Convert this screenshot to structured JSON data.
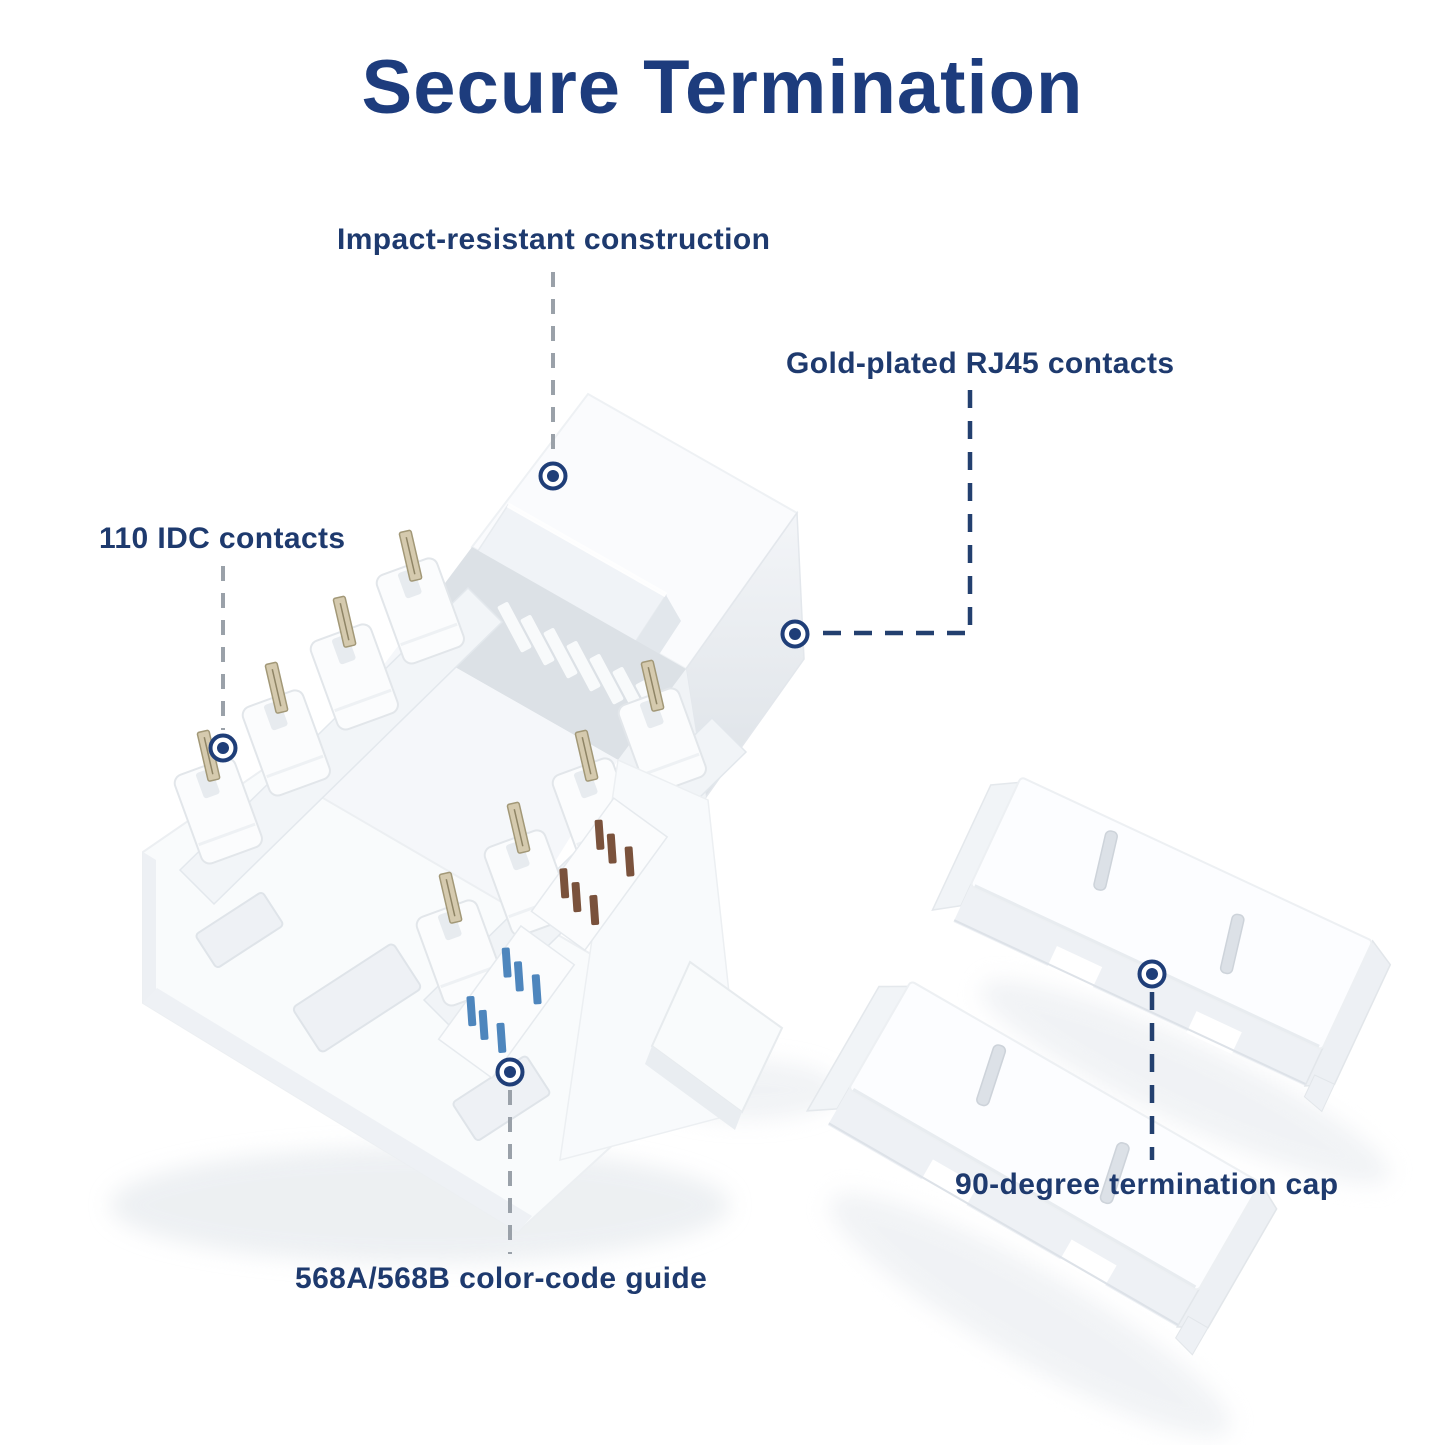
{
  "title": {
    "text": "Secure Termination"
  },
  "callouts": {
    "impact": {
      "label": "Impact-resistant construction",
      "line_style": "gray-dashed"
    },
    "gold_contacts": {
      "label": "Gold-plated RJ45 contacts",
      "line_style": "navy-dashed"
    },
    "idc_contacts": {
      "label": "110 IDC contacts",
      "line_style": "gray-dashed"
    },
    "color_code": {
      "label": "568A/568B color-code guide",
      "line_style": "gray-dashed"
    },
    "termination_cap": {
      "label": "90-degree termination cap",
      "line_style": "navy-dashed"
    }
  },
  "products": {
    "keystone_jack": {
      "kind": "RJ45 keystone jack with punch-down IDC towers"
    },
    "termination_caps": {
      "kind": "90-degree termination caps",
      "count": 2
    }
  },
  "colors": {
    "title_navy": "#1d3c7d",
    "label_navy": "#1e3a6e",
    "callout_navy": "#23406f",
    "callout_gray": "#9aa1a9",
    "stripe_blue": "#4e86bd",
    "stripe_brown": "#7a523c",
    "contact_metal": "#d5caae",
    "background": "#ffffff"
  }
}
